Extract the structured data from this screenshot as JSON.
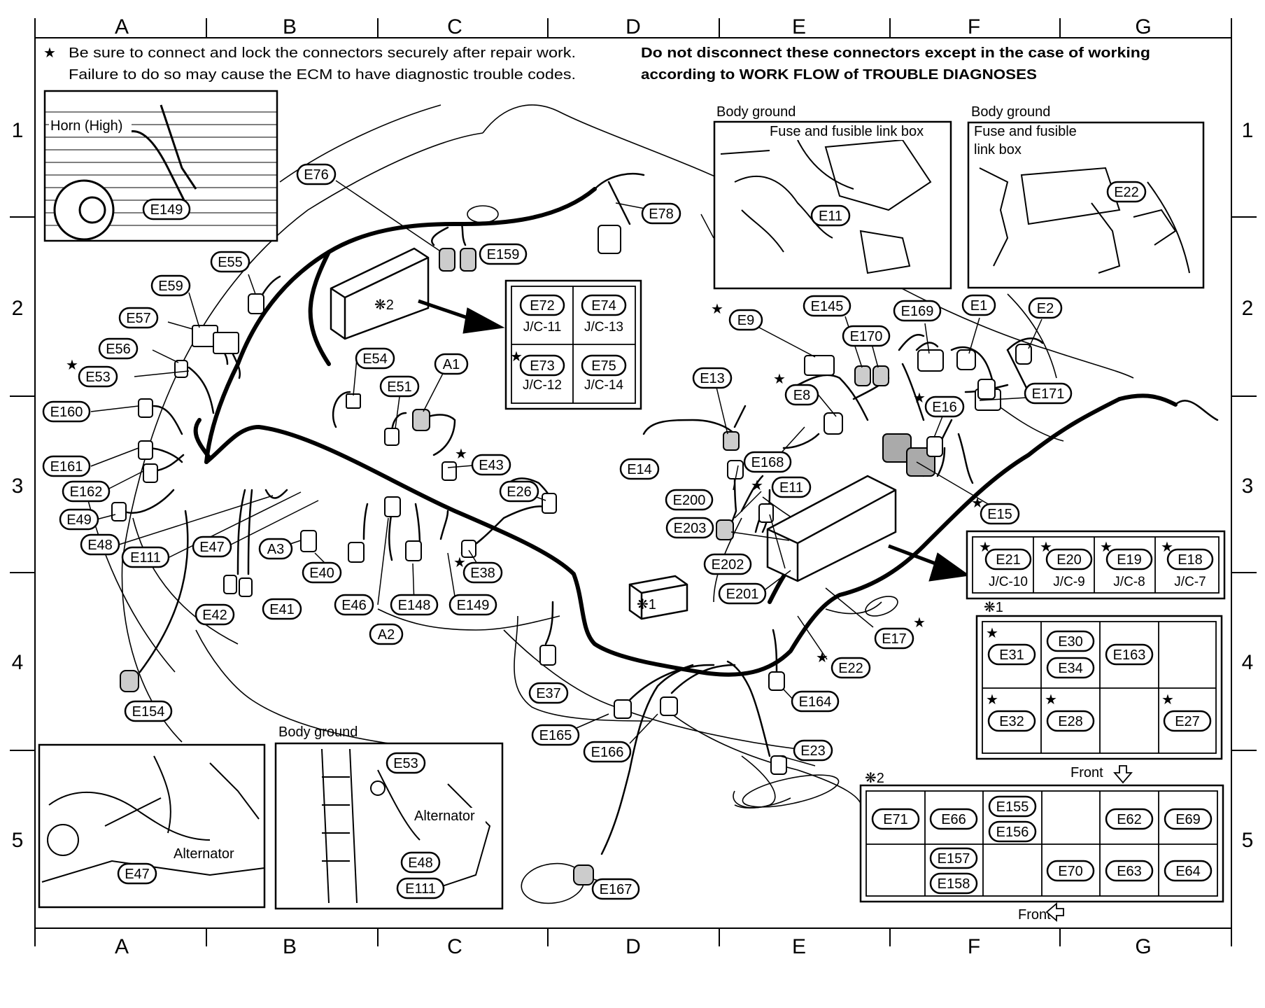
{
  "grid": {
    "columns": [
      "A",
      "B",
      "C",
      "D",
      "E",
      "F",
      "G"
    ],
    "rows": [
      "1",
      "2",
      "3",
      "4",
      "5"
    ]
  },
  "notes": {
    "star": "★",
    "left_line1": "Be sure to connect and lock the connectors securely after repair work.",
    "left_line2": "Failure to do so may cause the ECM to have diagnostic trouble codes.",
    "right_line1": "Do not disconnect these connectors except in the case of working",
    "right_line2": "according to WORK FLOW of TROUBLE DIAGNOSES"
  },
  "insets": {
    "horn": {
      "label": "Horn (High)",
      "connector": "E149"
    },
    "body_ground_e11": {
      "title": "Body ground",
      "label": "Fuse and fusible link box",
      "connector": "E11"
    },
    "body_ground_e22": {
      "title": "Body ground",
      "label_line1": "Fuse and fusible",
      "label_line2": "link box",
      "connector": "E22"
    },
    "alternator_e47": {
      "label": "Alternator",
      "connector": "E47"
    },
    "body_ground_e53": {
      "title": "Body ground",
      "label": "Alternator",
      "connectors": [
        "E53",
        "E48",
        "E111"
      ]
    }
  },
  "box2": {
    "marker": "❋2"
  },
  "box1": {
    "marker": "❋1"
  },
  "jc_upper": {
    "cells": [
      {
        "connector": "E72",
        "jc": "J/C-11",
        "star": ""
      },
      {
        "connector": "E74",
        "jc": "J/C-13",
        "star": ""
      },
      {
        "connector": "E73",
        "jc": "J/C-12",
        "star": "★"
      },
      {
        "connector": "E75",
        "jc": "J/C-14",
        "star": ""
      }
    ]
  },
  "jc_right": {
    "cells": [
      {
        "connector": "E21",
        "jc": "J/C-10",
        "star": "★"
      },
      {
        "connector": "E20",
        "jc": "J/C-9",
        "star": "★"
      },
      {
        "connector": "E19",
        "jc": "J/C-8",
        "star": "★"
      },
      {
        "connector": "E18",
        "jc": "J/C-7",
        "star": "★"
      }
    ]
  },
  "table1": {
    "title": "❋1",
    "row1": [
      [
        "E31"
      ],
      [
        "E30",
        "E34"
      ],
      [
        "E163"
      ],
      []
    ],
    "row1_stars": [
      "★",
      "",
      "",
      ""
    ],
    "row2": [
      [
        "E32"
      ],
      [
        "E28"
      ],
      [],
      [
        "E27"
      ]
    ],
    "row2_stars": [
      "★",
      "★",
      "",
      "★"
    ],
    "front": "Front"
  },
  "table2": {
    "title": "❋2",
    "row1": [
      [
        "E71"
      ],
      [
        "E66"
      ],
      [
        "E155",
        "E156"
      ],
      [],
      [
        "E62"
      ],
      [
        "E69"
      ]
    ],
    "row2": [
      [],
      [
        "E157",
        "E158"
      ],
      [],
      [
        "E70"
      ],
      [
        "E63"
      ],
      [
        "E64"
      ]
    ],
    "front": "Front"
  },
  "connectors": [
    {
      "id": "E76",
      "star": ""
    },
    {
      "id": "E78",
      "star": ""
    },
    {
      "id": "E159",
      "star": ""
    },
    {
      "id": "E55",
      "star": ""
    },
    {
      "id": "E59",
      "star": ""
    },
    {
      "id": "E57",
      "star": ""
    },
    {
      "id": "E56",
      "star": ""
    },
    {
      "id": "E53",
      "star": "★"
    },
    {
      "id": "E160",
      "star": ""
    },
    {
      "id": "E161",
      "star": ""
    },
    {
      "id": "E162",
      "star": ""
    },
    {
      "id": "E49",
      "star": ""
    },
    {
      "id": "E48",
      "star": ""
    },
    {
      "id": "E111",
      "star": ""
    },
    {
      "id": "E47",
      "star": ""
    },
    {
      "id": "A3",
      "star": ""
    },
    {
      "id": "E40",
      "star": ""
    },
    {
      "id": "E46",
      "star": ""
    },
    {
      "id": "A2",
      "star": ""
    },
    {
      "id": "E148",
      "star": ""
    },
    {
      "id": "E149",
      "star": ""
    },
    {
      "id": "E42",
      "star": ""
    },
    {
      "id": "E41",
      "star": ""
    },
    {
      "id": "E154",
      "star": ""
    },
    {
      "id": "E54",
      "star": ""
    },
    {
      "id": "E51",
      "star": ""
    },
    {
      "id": "A1",
      "star": ""
    },
    {
      "id": "E43",
      "star": "★"
    },
    {
      "id": "E26",
      "star": ""
    },
    {
      "id": "E38",
      "star": "★"
    },
    {
      "id": "E37",
      "star": ""
    },
    {
      "id": "E165",
      "star": ""
    },
    {
      "id": "E166",
      "star": ""
    },
    {
      "id": "E167",
      "star": ""
    },
    {
      "id": "E23",
      "star": ""
    },
    {
      "id": "E164",
      "star": ""
    },
    {
      "id": "E22",
      "star": "★"
    },
    {
      "id": "E17",
      "star": "★"
    },
    {
      "id": "E201",
      "star": ""
    },
    {
      "id": "E202",
      "star": ""
    },
    {
      "id": "E203",
      "star": ""
    },
    {
      "id": "E200",
      "star": ""
    },
    {
      "id": "E11",
      "star": "★"
    },
    {
      "id": "E168",
      "star": ""
    },
    {
      "id": "E14",
      "star": ""
    },
    {
      "id": "E13",
      "star": ""
    },
    {
      "id": "E8",
      "star": "★"
    },
    {
      "id": "E9",
      "star": "★"
    },
    {
      "id": "E145",
      "star": ""
    },
    {
      "id": "E170",
      "star": ""
    },
    {
      "id": "E169",
      "star": ""
    },
    {
      "id": "E1",
      "star": ""
    },
    {
      "id": "E2",
      "star": ""
    },
    {
      "id": "E16",
      "star": "★"
    },
    {
      "id": "E171",
      "star": ""
    },
    {
      "id": "E15",
      "star": "★"
    }
  ]
}
